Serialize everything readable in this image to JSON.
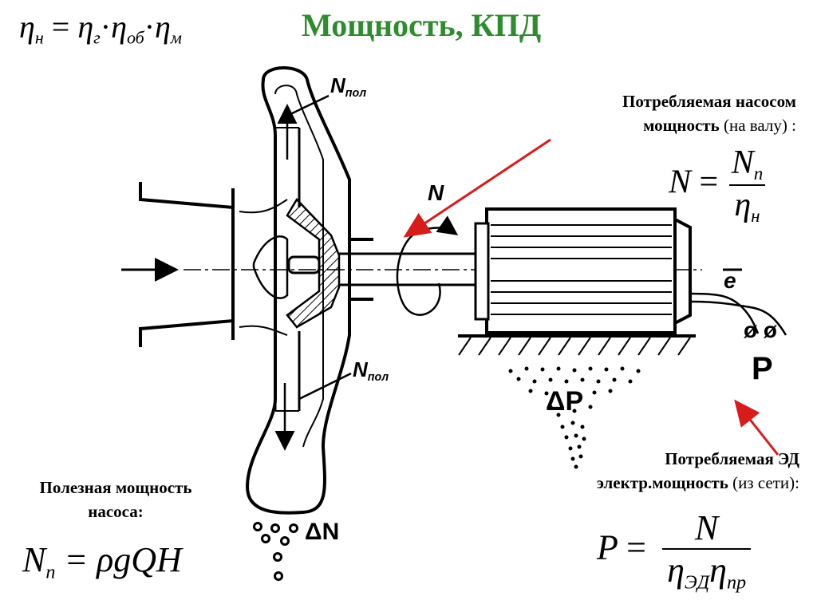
{
  "title": "Мощность, КПД",
  "efficiency_formula": {
    "lhs": "η",
    "lhs_sub": "н",
    "eq": "=",
    "f1": "η",
    "f1_sub": "г",
    "dot1": "·",
    "f2": "η",
    "f2_sub": "об",
    "dot2": "·",
    "f3": "η",
    "f3_sub": "м"
  },
  "shaft_power": {
    "caption_line1": "Потребляемая насосом",
    "caption_line2_bold": "мощность",
    "caption_line2_normal": "(на валу) :",
    "lhs": "N",
    "eq": "=",
    "num": "N",
    "num_sub": "п",
    "den": "η",
    "den_sub": "н"
  },
  "useful_power": {
    "caption_line1": "Полезная мощность",
    "caption_line2": "насоса:",
    "lhs": "N",
    "lhs_sub": "п",
    "rhs": "= ρgQH"
  },
  "electric_power": {
    "caption_line1": "Потребляемая ЭД",
    "caption_line2_bold": "электр.мощность",
    "caption_line2_normal": "(из сети):",
    "lhs": "P",
    "eq": "=",
    "num": "N",
    "den1": "η",
    "den1_sub": "ЭД",
    "den2": "η",
    "den2_sub": "пр"
  },
  "diagram_labels": {
    "n_pol_top": "N",
    "n_pol_top_sub": "пол",
    "n_pol_bottom": "N",
    "n_pol_bottom_sub": "пол",
    "n_shaft": "N",
    "e_label": "e",
    "p_label": "P",
    "delta_p": "ΔP",
    "delta_n": "ΔN",
    "phase_symbols": "ø ø"
  },
  "colors": {
    "title": "#2e8b2e",
    "arrow": "#d81b1b",
    "line": "#000000"
  }
}
